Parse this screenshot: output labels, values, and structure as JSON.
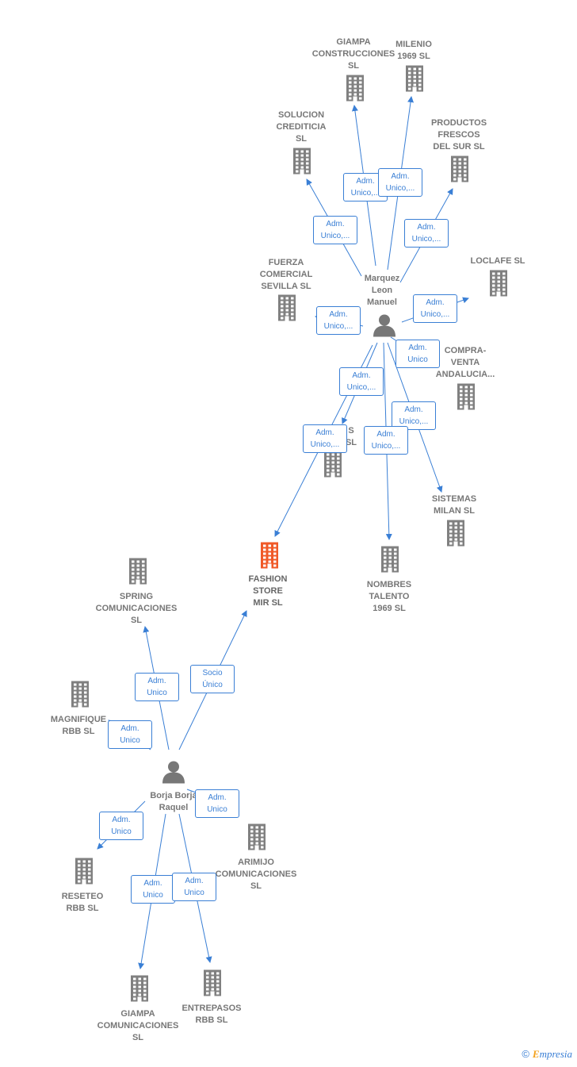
{
  "colors": {
    "edge": "#3a7fd5",
    "company": "#808080",
    "focus": "#f05a28",
    "person": "#777777"
  },
  "people": [
    {
      "id": "marquez",
      "label": "Marquez\nLeon\nManuel"
    },
    {
      "id": "borja",
      "label": "Borja Borja\nRaquel"
    }
  ],
  "companies": [
    {
      "id": "giampa_cons",
      "label": "GIAMPA\nCONSTRUCCIONES\nSL"
    },
    {
      "id": "milenio",
      "label": "MILENIO\n1969  SL"
    },
    {
      "id": "solucion",
      "label": "SOLUCION\nCREDITICIA\nSL"
    },
    {
      "id": "productos",
      "label": "PRODUCTOS\nFRESCOS\nDEL SUR  SL"
    },
    {
      "id": "fuerza",
      "label": "FUERZA\nCOMERCIAL\nSEVILLA  SL"
    },
    {
      "id": "loclafe",
      "label": "LOCLAFE  SL"
    },
    {
      "id": "compraventa",
      "label": "COMPRA-\nVENTA\nANDALUCIA..."
    },
    {
      "id": "hidden",
      "label": "S\nSL"
    },
    {
      "id": "sistemas",
      "label": "SISTEMAS\nMILAN  SL"
    },
    {
      "id": "nombres",
      "label": "NOMBRES\nTALENTO\n1969  SL"
    },
    {
      "id": "fashion",
      "label": "FASHION\nSTORE\nMIR  SL"
    },
    {
      "id": "spring",
      "label": "SPRING\nCOMUNICACIONES\nSL"
    },
    {
      "id": "magnifique",
      "label": "MAGNIFIQUE\nRBB  SL"
    },
    {
      "id": "arimijo",
      "label": "ARIMIJO\nCOMUNICACIONES\nSL"
    },
    {
      "id": "reseteo",
      "label": "RESETEO\nRBB  SL"
    },
    {
      "id": "giampa_com",
      "label": "GIAMPA\nCOMUNICACIONES\nSL"
    },
    {
      "id": "entrepasos",
      "label": "ENTREPASOS\nRBB  SL"
    }
  ],
  "edges": [
    {
      "from": "marquez",
      "to": "giampa_cons",
      "label": "Adm.\nUnico,..."
    },
    {
      "from": "marquez",
      "to": "milenio",
      "label": "Adm.\nUnico,..."
    },
    {
      "from": "marquez",
      "to": "solucion",
      "label": "Adm.\nUnico,..."
    },
    {
      "from": "marquez",
      "to": "productos",
      "label": "Adm.\nUnico,..."
    },
    {
      "from": "marquez",
      "to": "fuerza",
      "label": "Adm.\nUnico,..."
    },
    {
      "from": "marquez",
      "to": "loclafe",
      "label": "Adm.\nUnico,..."
    },
    {
      "from": "marquez",
      "to": "compraventa",
      "label": "Adm.\nUnico"
    },
    {
      "from": "marquez",
      "to": "hidden",
      "label": "Adm.\nUnico,..."
    },
    {
      "from": "marquez",
      "to": "fashion",
      "label": "Adm.\nUnico,..."
    },
    {
      "from": "marquez",
      "to": "sistemas",
      "label": "Adm.\nUnico,..."
    },
    {
      "from": "marquez",
      "to": "nombres",
      "label": "Adm.\nUnico,..."
    },
    {
      "from": "borja",
      "to": "fashion",
      "label": "Socio\nÚnico"
    },
    {
      "from": "borja",
      "to": "spring",
      "label": "Adm.\nUnico"
    },
    {
      "from": "borja",
      "to": "magnifique",
      "label": "Adm.\nUnico"
    },
    {
      "from": "borja",
      "to": "arimijo",
      "label": "Adm.\nUnico"
    },
    {
      "from": "borja",
      "to": "reseteo",
      "label": "Adm.\nUnico"
    },
    {
      "from": "borja",
      "to": "giampa_com",
      "label": "Adm.\nUnico"
    },
    {
      "from": "borja",
      "to": "entrepasos",
      "label": "Adm.\nUnico"
    }
  ],
  "brand": {
    "copyright": "©",
    "initial": "E",
    "rest": "mpresia"
  }
}
